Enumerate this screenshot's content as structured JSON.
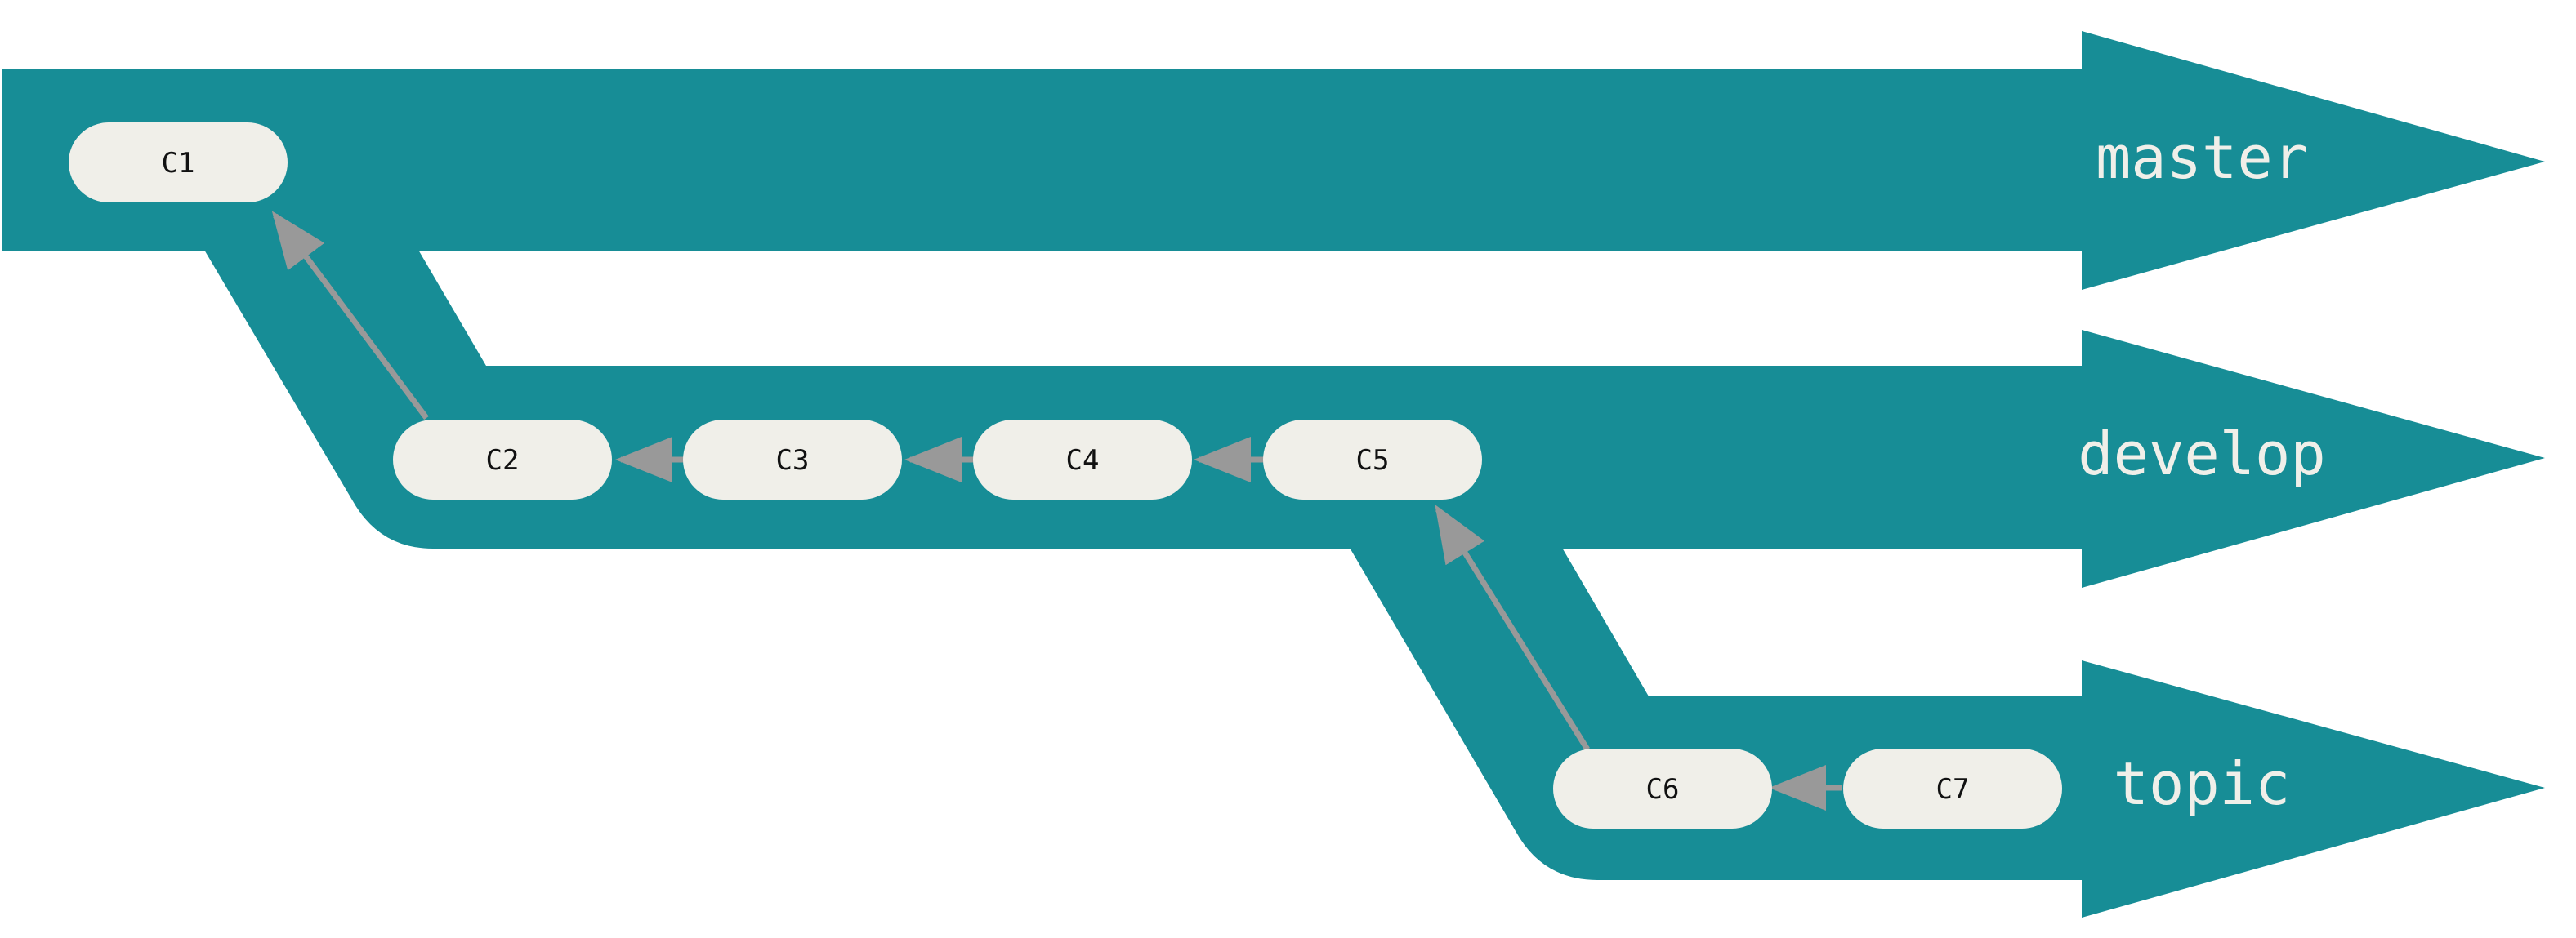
{
  "colors": {
    "branch_fill": "#178d96",
    "commit_fill": "#f0efe9",
    "arrow": "#999999",
    "branch_text": "#f0efe9",
    "commit_text": "#111111"
  },
  "branches": {
    "master": {
      "label": "master"
    },
    "develop": {
      "label": "develop"
    },
    "topic": {
      "label": "topic"
    }
  },
  "commits": {
    "c1": {
      "label": "C1"
    },
    "c2": {
      "label": "C2"
    },
    "c3": {
      "label": "C3"
    },
    "c4": {
      "label": "C4"
    },
    "c5": {
      "label": "C5"
    },
    "c6": {
      "label": "C6"
    },
    "c7": {
      "label": "C7"
    }
  }
}
